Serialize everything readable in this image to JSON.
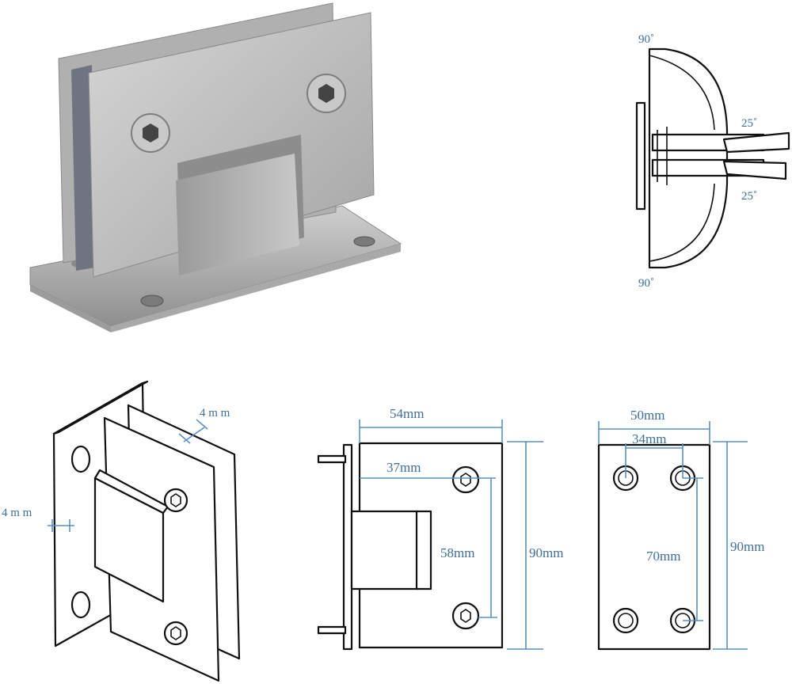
{
  "photo": {
    "description_icon": "glass-hinge-photo"
  },
  "top_view": {
    "angle_top": "90˚",
    "angle_upper": "25˚",
    "angle_lower": "25˚",
    "angle_bottom": "90˚"
  },
  "iso_view": {
    "thickness_top": "4 m m",
    "thickness_left": "4 m m"
  },
  "side_view": {
    "width": "54mm",
    "offset": "37mm",
    "hole_spacing": "58mm",
    "height": "90mm"
  },
  "plate_view": {
    "width": "50mm",
    "hole_span": "34mm",
    "hole_spacing": "70mm",
    "height": "90mm"
  },
  "colors": {
    "dimension": "#3f6f97",
    "dimension_line": "#5b8fc4",
    "outline": "#111111",
    "steel": "#b9b9b9"
  }
}
